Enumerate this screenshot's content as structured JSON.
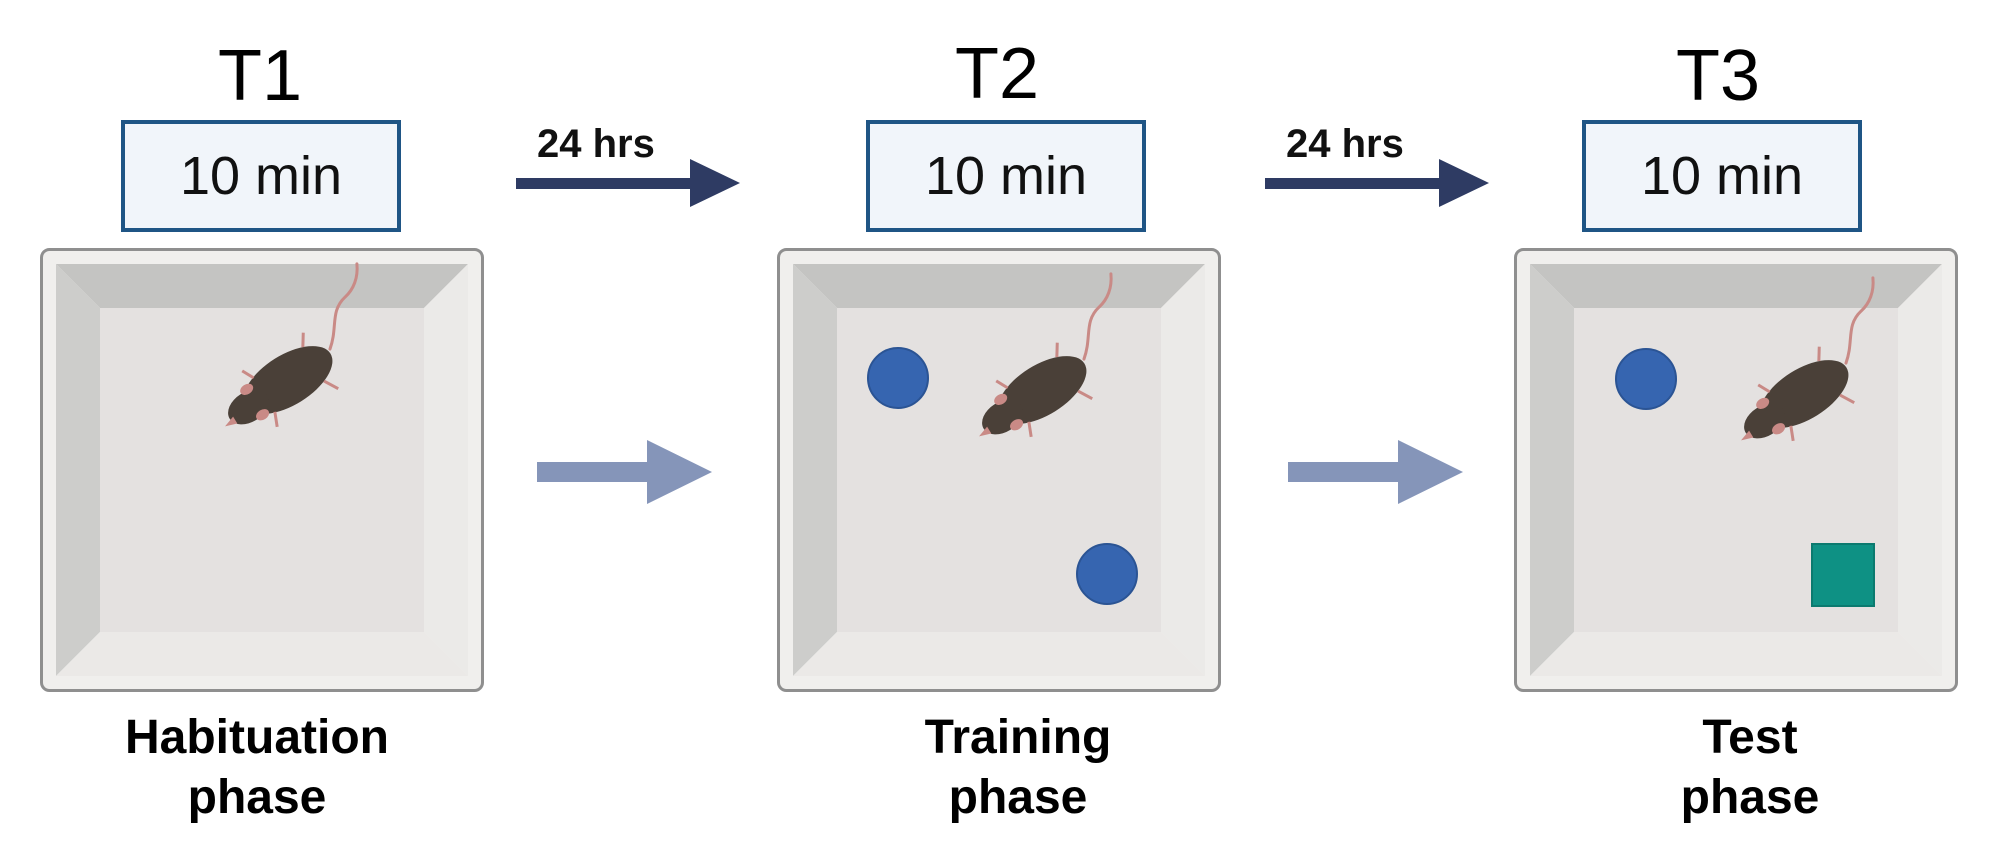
{
  "colors": {
    "box_border": "#1f5585",
    "box_fill": "#f1f5fa",
    "delay_arrow": "#2e3b63",
    "flow_arrow": "#8595b9",
    "object_circle": "#3665b0",
    "object_square": "#0e9184",
    "mouse_body": "#4a4038"
  },
  "stages": [
    {
      "trial": "T1",
      "duration": "10 min",
      "phase_line1": "Habituation",
      "phase_line2": "phase"
    },
    {
      "trial": "T2",
      "duration": "10 min",
      "phase_line1": "Training",
      "phase_line2": "phase"
    },
    {
      "trial": "T3",
      "duration": "10 min",
      "phase_line1": "Test",
      "phase_line2": "phase"
    }
  ],
  "delays": [
    {
      "label": "24 hrs"
    },
    {
      "label": "24 hrs"
    }
  ],
  "icons": {
    "arena": "open-field-arena-icon",
    "mouse": "mouse-icon",
    "familiar_object": "blue-circle-object-icon",
    "novel_object": "teal-square-object-icon"
  }
}
